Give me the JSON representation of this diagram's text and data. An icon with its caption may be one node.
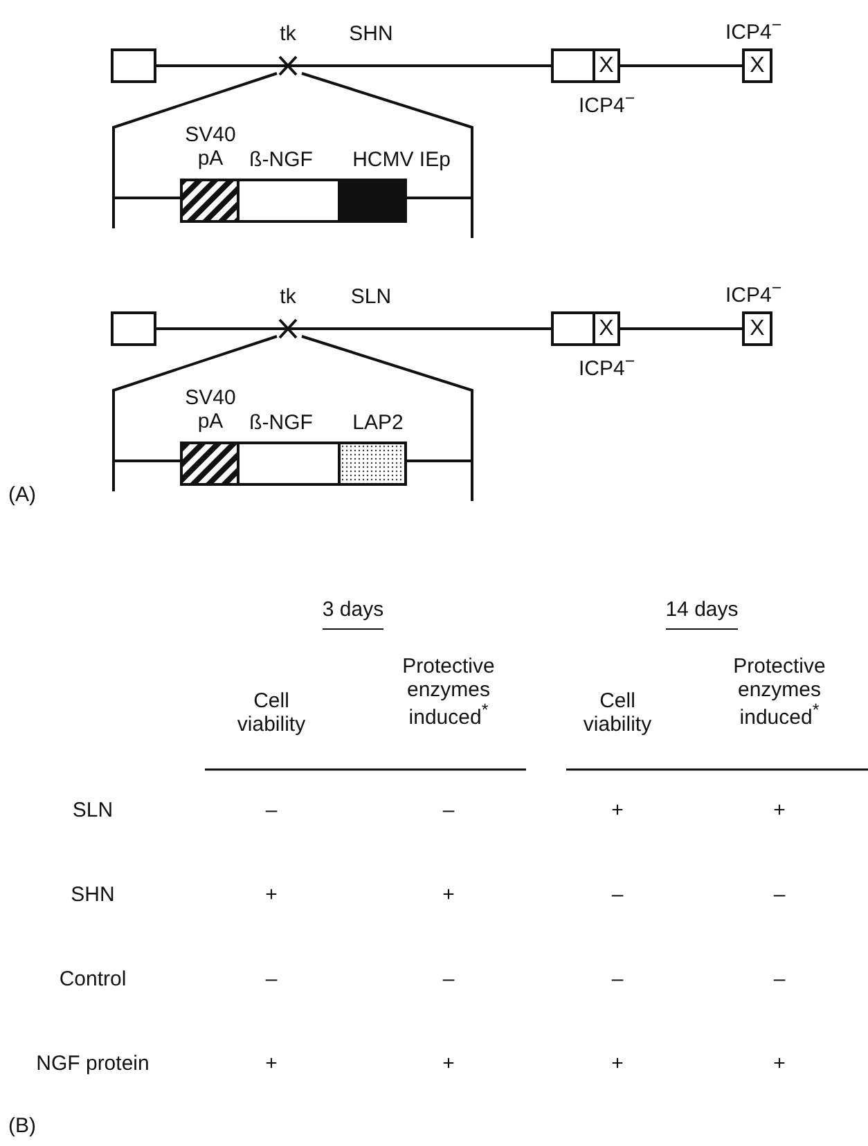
{
  "diagram": {
    "nodes": [
      {
        "text": [],
        "shape": "box"
      },
      {
        "text": [],
        "shape": "box"
      },
      {
        "text": [
          "X"
        ],
        "beside": [
          "ICP4$^{−}$"
        ]
      },
      {
        "text": [
          "X"
        ],
        "beside": [
          "ICP4$^{−}$"
        ]
      },
      {
        "text": [],
        "shape": "box"
      },
      {
        "text": [],
        "shape": "box"
      },
      {
        "text": [
          "X"
        ],
        "beside": [
          "ICP4$^{−}$"
        ]
      },
      {
        "text": [
          "X"
        ],
        "beside": [
          "ICP4$^{−}$"
        ]
      }
    ],
    "edges": [
      {
        "from": 0,
        "to": 1,
        "arrow": "none"
      },
      {
        "from": 2,
        "to": 3,
        "arrow": "none"
      },
      {
        "from": 4,
        "to": 5,
        "arrow": "none"
      },
      {
        "from": 6,
        "to": 7,
        "arrow": "none"
      }
    ],
    "labels": [
      "tk",
      "SHN",
      "SV40 pA",
      "ß-NGF",
      "HCMV IEp",
      "tk",
      "SLN",
      "SV40 pA",
      "ß-NGF",
      "LAP2",
      "(A)",
      "3 days",
      "14 days",
      "Cell viability",
      "Protective enzymes induced$^{*}$",
      "Cell viability",
      "Protective enzymes induced$^{*}$",
      "SLN",
      "–",
      "–",
      "+",
      "+",
      "SHN",
      "+",
      "+",
      "–",
      "–",
      "Control",
      "–",
      "–",
      "–",
      "–",
      "NGF protein",
      "+",
      "+",
      "+",
      "+",
      "(B)"
    ]
  }
}
